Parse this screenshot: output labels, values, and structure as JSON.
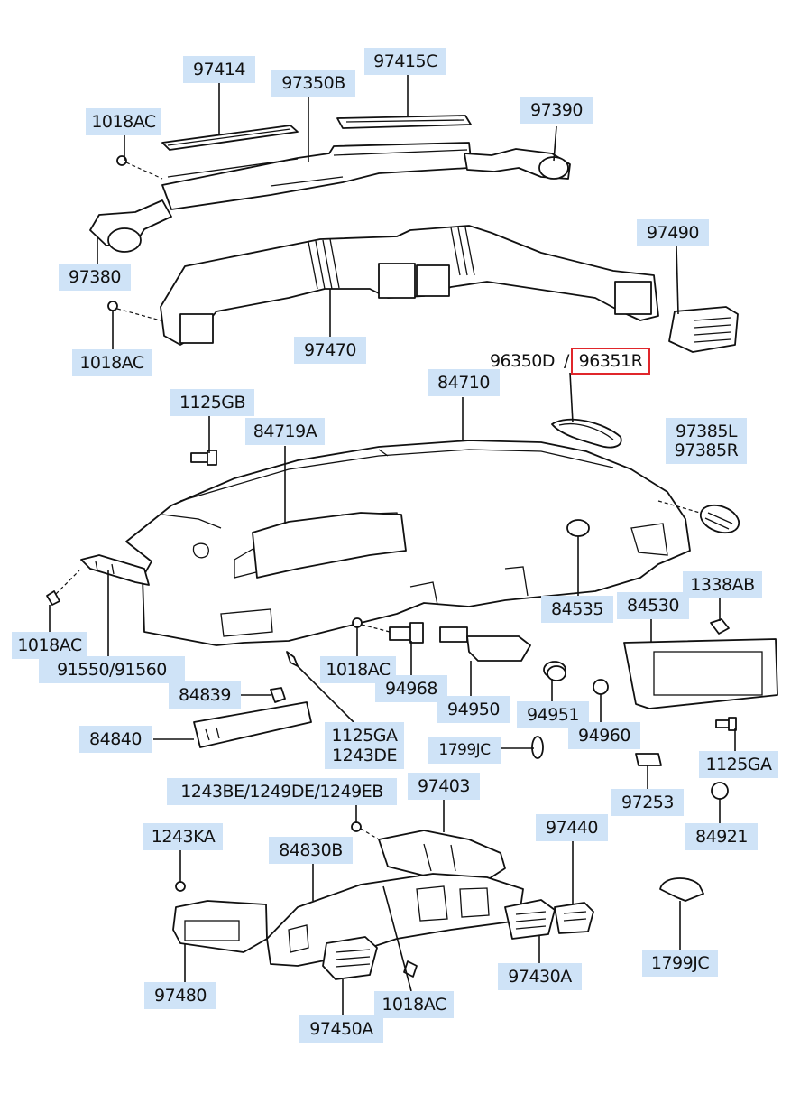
{
  "diagram": {
    "labels": {
      "p97414": "97414",
      "p97415c": "97415C",
      "p97350b": "97350B",
      "p1018ac_top": "1018AC",
      "p97390": "97390",
      "p97380": "97380",
      "p97490": "97490",
      "p1018ac_left": "1018AC",
      "p97470": "97470",
      "p96350d": "96350D",
      "slash": "/",
      "p96351r": "96351R",
      "p1125gb": "1125GB",
      "p84710": "84710",
      "p84719a": "84719A",
      "p97385l": "97385L",
      "p97385r": "97385R",
      "p1338ab": "1338AB",
      "p84535": "84535",
      "p84530": "84530",
      "p1018ac_mid": "1018AC",
      "p1018ac_center": "1018AC",
      "p91550": "91550/91560",
      "p94968": "94968",
      "p94950": "94950",
      "p94951": "94951",
      "p94960": "94960",
      "p84839": "84839",
      "p84840": "84840",
      "p1125ga_a": "1125GA",
      "p1243de": "1243DE",
      "p1799jc_a": "1799JC",
      "p1125ga_b": "1125GA",
      "p97253": "97253",
      "p1243be": "1243BE/1249DE/1249EB",
      "p97403": "97403",
      "p97440": "97440",
      "p84921": "84921",
      "p1243ka": "1243KA",
      "p84830b": "84830B",
      "p1799jc_b": "1799JC",
      "p97430a": "97430A",
      "p97480": "97480",
      "p1018ac_bottom": "1018AC",
      "p97450a": "97450A"
    },
    "selected_part": "96351R",
    "colors": {
      "label_bg": "#cfe3f7",
      "highlight": "#e0262b",
      "line": "#111111"
    }
  }
}
